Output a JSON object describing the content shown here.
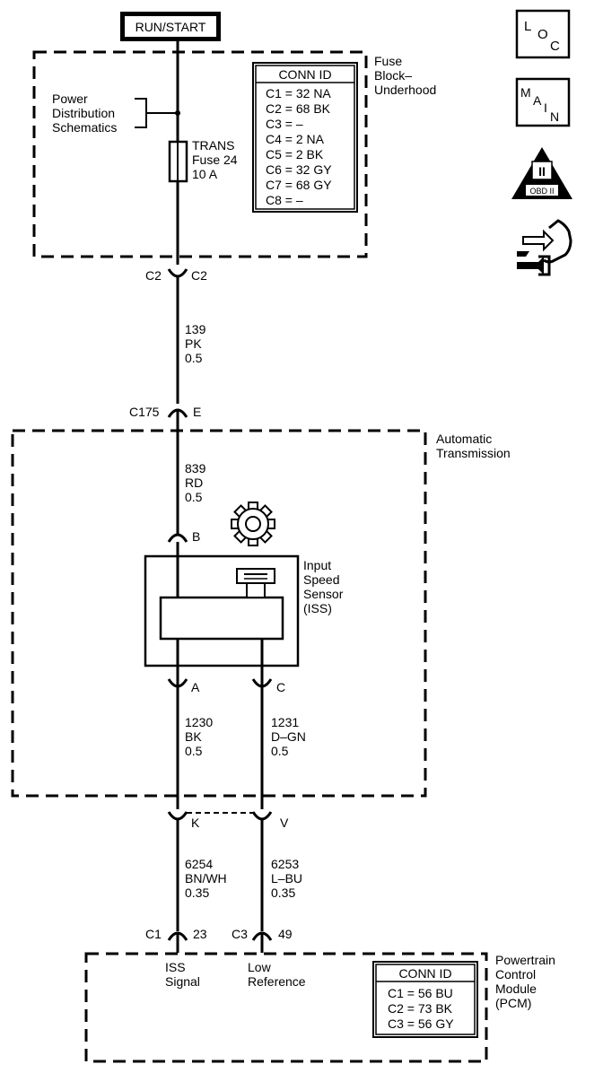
{
  "power_source": "RUN/START",
  "fuse_block": {
    "label_lines": [
      "Fuse",
      "Block–",
      "Underhood"
    ],
    "power_distribution_lines": [
      "Power",
      "Distribution",
      "Schematics"
    ],
    "fuse_lines": [
      "TRANS",
      "Fuse 24",
      "10 A"
    ],
    "conn_id": {
      "title": "CONN ID",
      "rows": [
        "C1 = 32 NA",
        "C2 = 68 BK",
        "C3 = –",
        "C4 = 2 NA",
        "C5 = 2 BK",
        "C6 = 32 GY",
        "C7 = 68 GY",
        "C8 = –"
      ]
    }
  },
  "connectors": {
    "c2_left": "C2",
    "c2_right": "C2",
    "c175_left": "C175",
    "c175_right": "E",
    "iss_b": "B",
    "iss_a": "A",
    "iss_c": "C",
    "k": "K",
    "v": "V",
    "pcm_c1": "C1",
    "pcm_23": "23",
    "pcm_c3": "C3",
    "pcm_49": "49"
  },
  "wires": {
    "w139": [
      "139",
      "PK",
      "0.5"
    ],
    "w839": [
      "839",
      "RD",
      "0.5"
    ],
    "w1230": [
      "1230",
      "BK",
      "0.5"
    ],
    "w1231": [
      "1231",
      "D–GN",
      "0.5"
    ],
    "w6254": [
      "6254",
      "BN/WH",
      "0.35"
    ],
    "w6253": [
      "6253",
      "L–BU",
      "0.35"
    ]
  },
  "automatic_transmission_lines": [
    "Automatic",
    "Transmission"
  ],
  "iss_lines": [
    "Input",
    "Speed",
    "Sensor",
    "(ISS)"
  ],
  "pcm": {
    "label_lines": [
      "Powertrain",
      "Control",
      "Module",
      "(PCM)"
    ],
    "iss_signal_lines": [
      "ISS",
      "Signal"
    ],
    "low_ref_lines": [
      "Low",
      "Reference"
    ],
    "conn_id": {
      "title": "CONN ID",
      "rows": [
        "C1 = 56 BU",
        "C2 = 73 BK",
        "C3 = 56 GY"
      ]
    }
  },
  "icons": {
    "loc": [
      "L",
      "O",
      "C"
    ],
    "main": [
      "M",
      "A",
      "I",
      "N"
    ],
    "obd": [
      "II",
      "OBD II"
    ]
  }
}
